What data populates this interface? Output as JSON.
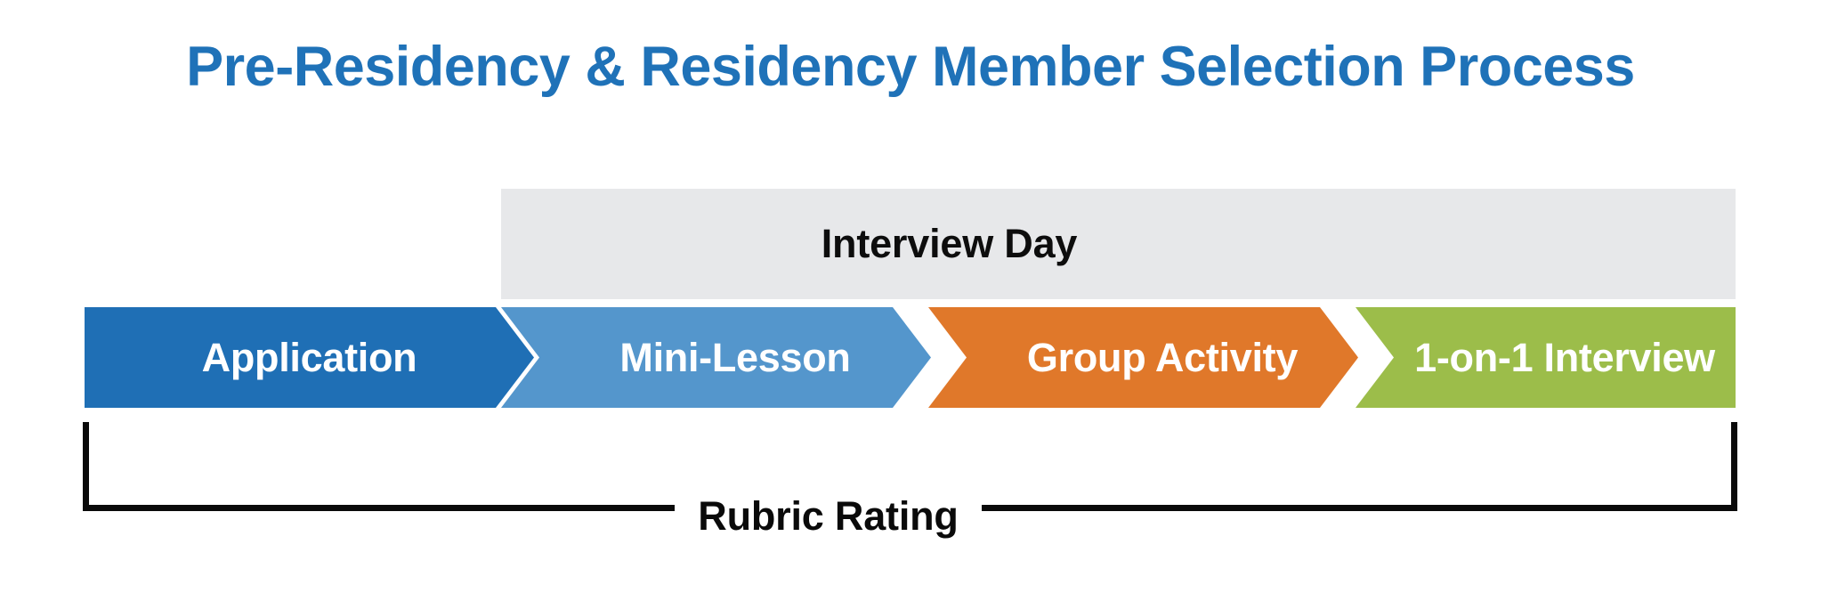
{
  "title": "Pre-Residency & Residency Member Selection Process",
  "banner": {
    "label": "Interview Day"
  },
  "stages": [
    {
      "label": "Application",
      "color": "#1f6fb5"
    },
    {
      "label": "Mini-Lesson",
      "color": "#5496cc"
    },
    {
      "label": "Group Activity",
      "color": "#e0782a"
    },
    {
      "label": "1-on-1 Interview",
      "color": "#9cbd4a"
    }
  ],
  "bracket": {
    "label": "Rubric Rating"
  },
  "colors": {
    "title": "#1f72b8",
    "banner_bg": "#e7e8ea",
    "stage_1": "#1f6fb5",
    "stage_2": "#5496cc",
    "stage_3": "#e0782a",
    "stage_4": "#9cbd4a",
    "bracket_line": "#0a0a0a",
    "page_bg": "#ffffff",
    "stage_text": "#ffffff"
  }
}
